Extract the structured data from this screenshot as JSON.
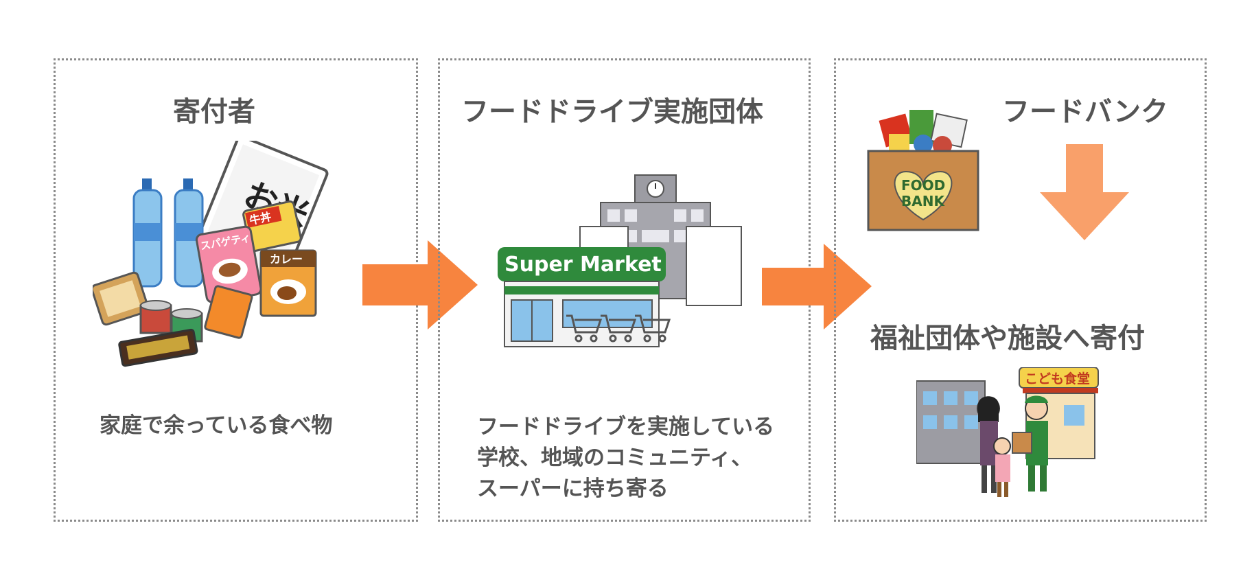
{
  "steps": [
    {
      "title": "寄付者",
      "description": [
        "家庭で余っている食べ物"
      ],
      "labels": {
        "rice": "お米",
        "gyudon": "牛丼",
        "spaghetti": "スパゲティ",
        "curry": "カレー"
      }
    },
    {
      "title": "フードドライブ実施団体",
      "description": [
        "フードドライブを実施している",
        "学校、地域のコミュニティ、",
        "スーパーに持ち寄る"
      ],
      "labels": {
        "store_sign": "Super Market"
      }
    },
    {
      "title": "フードバンク",
      "subtitle": "福祉団体や施設へ寄付",
      "labels": {
        "box_line1": "FOOD",
        "box_line2": "BANK",
        "cafeteria_sign": "こども食堂"
      }
    }
  ],
  "colors": {
    "arrow": "#f7843f",
    "down_arrow": "#f9a06a",
    "border": "#8a8a8a",
    "store_green": "#2f8a3c"
  }
}
